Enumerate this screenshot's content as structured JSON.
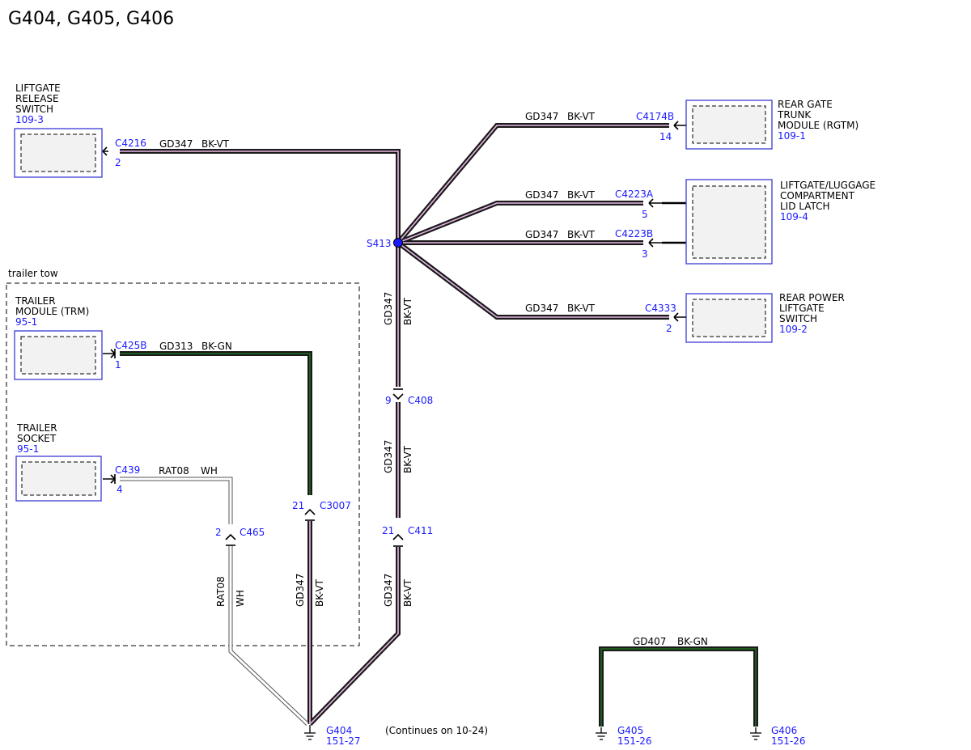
{
  "title": "G404, G405, G406",
  "section_label": "trailer tow",
  "continues_note": "(Continues on 10-24)",
  "splice": {
    "id": "S413"
  },
  "colors": {
    "accent": "#1a1aff",
    "bk_vt": "#e9b8e6",
    "bk_gn": "#1f5a1f",
    "wh": "#ffffff"
  },
  "components": {
    "liftgate_release": {
      "name_lines": [
        "LIFTGATE",
        "RELEASE",
        "SWITCH"
      ],
      "ref": "109-3"
    },
    "rgtm": {
      "name_lines": [
        "REAR GATE",
        "TRUNK",
        "MODULE (RGTM)"
      ],
      "ref": "109-1"
    },
    "liftgate_latch": {
      "name_lines": [
        "LIFTGATE/LUGGAGE",
        "COMPARTMENT",
        "LID LATCH"
      ],
      "ref": "109-4"
    },
    "rear_power": {
      "name_lines": [
        "REAR POWER",
        "LIFTGATE",
        "SWITCH"
      ],
      "ref": "109-2"
    },
    "trm": {
      "name_lines": [
        "TRAILER",
        "MODULE (TRM)"
      ],
      "ref": "95-1"
    },
    "socket": {
      "name_lines": [
        "TRAILER",
        "SOCKET"
      ],
      "ref": "95-1"
    }
  },
  "connectors": {
    "c4216": {
      "id": "C4216",
      "pin": "2"
    },
    "c4174b": {
      "id": "C4174B",
      "pin": "14"
    },
    "c4223a": {
      "id": "C4223A",
      "pin": "5"
    },
    "c4223b": {
      "id": "C4223B",
      "pin": "3"
    },
    "c4333": {
      "id": "C4333",
      "pin": "2"
    },
    "c425b": {
      "id": "C425B",
      "pin": "1"
    },
    "c439": {
      "id": "C439",
      "pin": "4"
    },
    "c408": {
      "id": "C408",
      "pin": "9"
    },
    "c411": {
      "id": "C411",
      "pin": "21"
    },
    "c3007": {
      "id": "C3007",
      "pin": "21"
    },
    "c465": {
      "id": "C465",
      "pin": "2"
    }
  },
  "wires": {
    "w_c4216": {
      "circuit": "GD347",
      "color": "BK-VT"
    },
    "w_rgtm": {
      "circuit": "GD347",
      "color": "BK-VT"
    },
    "w_c4223a": {
      "circuit": "GD347",
      "color": "BK-VT"
    },
    "w_c4223b": {
      "circuit": "GD347",
      "color": "BK-VT"
    },
    "w_c4333": {
      "circuit": "GD347",
      "color": "BK-VT"
    },
    "w_s413_c408": {
      "circuit": "GD347",
      "color": "BK-VT"
    },
    "w_c408_c411": {
      "circuit": "GD347",
      "color": "BK-VT"
    },
    "w_c411_g404": {
      "circuit": "GD347",
      "color": "BK-VT"
    },
    "w_c3007_g404": {
      "circuit": "GD347",
      "color": "BK-VT"
    },
    "w_trm": {
      "circuit": "GD313",
      "color": "BK-GN"
    },
    "w_socket": {
      "circuit": "RAT08",
      "color": "WH"
    },
    "w_c465_g404": {
      "circuit": "RAT08",
      "color": "WH"
    },
    "w_g405_g406": {
      "circuit": "GD407",
      "color": "BK-GN"
    }
  },
  "grounds": {
    "g404": {
      "id": "G404",
      "ref": "151-27"
    },
    "g405": {
      "id": "G405",
      "ref": "151-26"
    },
    "g406": {
      "id": "G406",
      "ref": "151-26"
    }
  }
}
